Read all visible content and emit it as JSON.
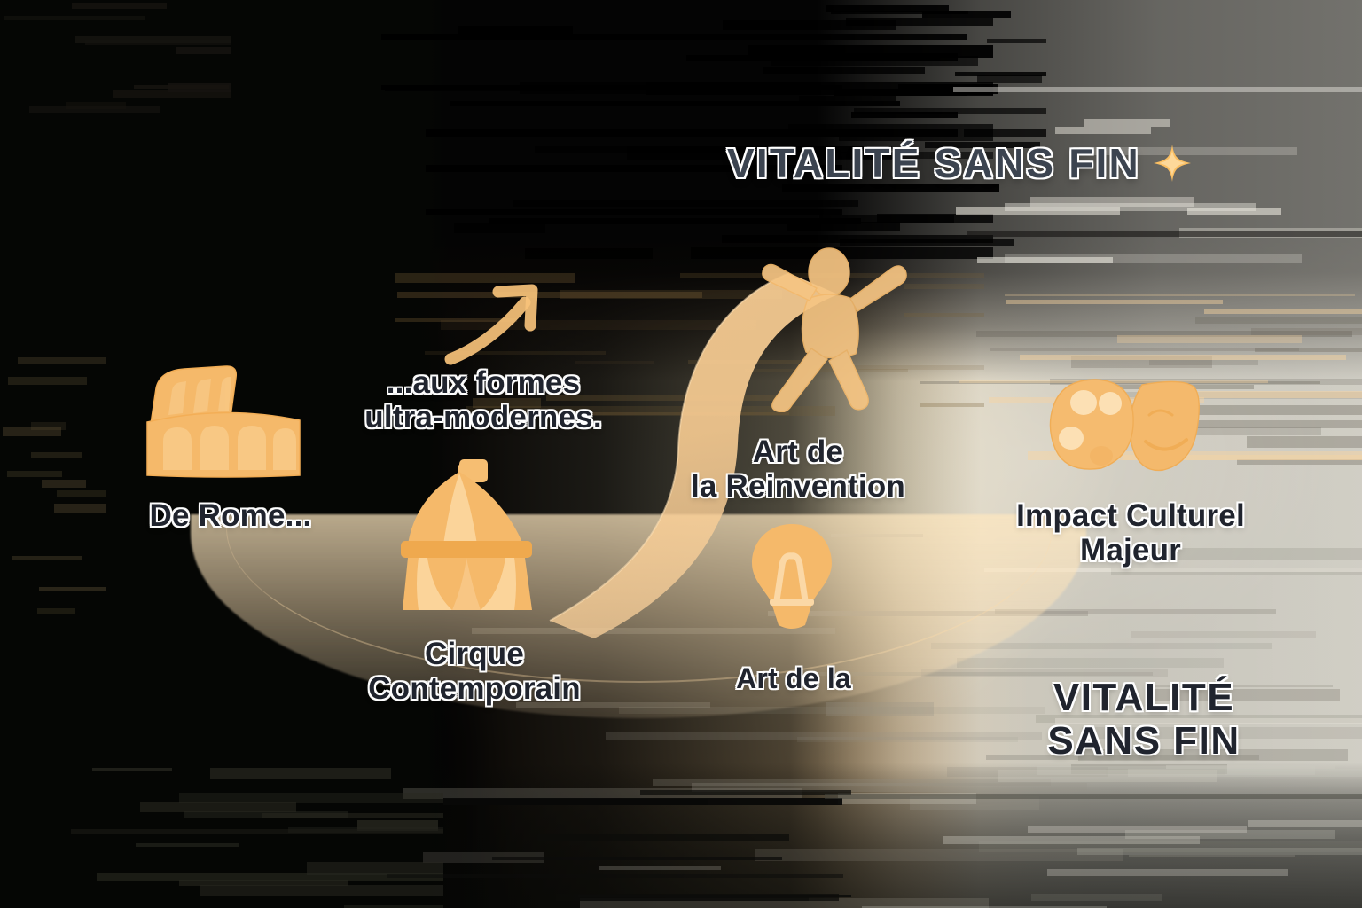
{
  "meta": {
    "language": "fr",
    "theme_colors": {
      "accent_orange": "#f5b96a",
      "accent_orange_light": "#fbd49a",
      "accent_orange_deep": "#efa94e",
      "text_dark": "#20242e",
      "text_outline": "#ffffff",
      "title_slate": "#3c4450",
      "bg_dark": "#050505",
      "bg_light": "#cdcabc"
    }
  },
  "header": {
    "title": "VITALITÉ SANS FIN",
    "sparkle_icon": "sparkle-four-point-star-icon"
  },
  "journey": {
    "caption_top": "...aux formes\nultra-modernes.",
    "arrow_icon": "curved-up-arrow-icon",
    "path_icon": "s-curve-path-icon",
    "arc_icon": "wide-arc-icon"
  },
  "nodes": [
    {
      "id": "rome",
      "label": "De Rome...",
      "icon": "colosseum-icon"
    },
    {
      "id": "cirque",
      "label": "Cirque\nContemporain",
      "icon": "circus-tent-icon"
    },
    {
      "id": "reinvention",
      "label": "Art de\nla Reinvention",
      "icon": "acrobat-figure-icon"
    },
    {
      "id": "art-de-la",
      "label": "Art de la",
      "icon": "lightbulb-icon"
    },
    {
      "id": "impact",
      "label": "Impact Culturel\nMajeur",
      "icon": "theater-masks-icon"
    }
  ],
  "footer": {
    "tagline": "VITALITÉ\nSANS FIN"
  }
}
